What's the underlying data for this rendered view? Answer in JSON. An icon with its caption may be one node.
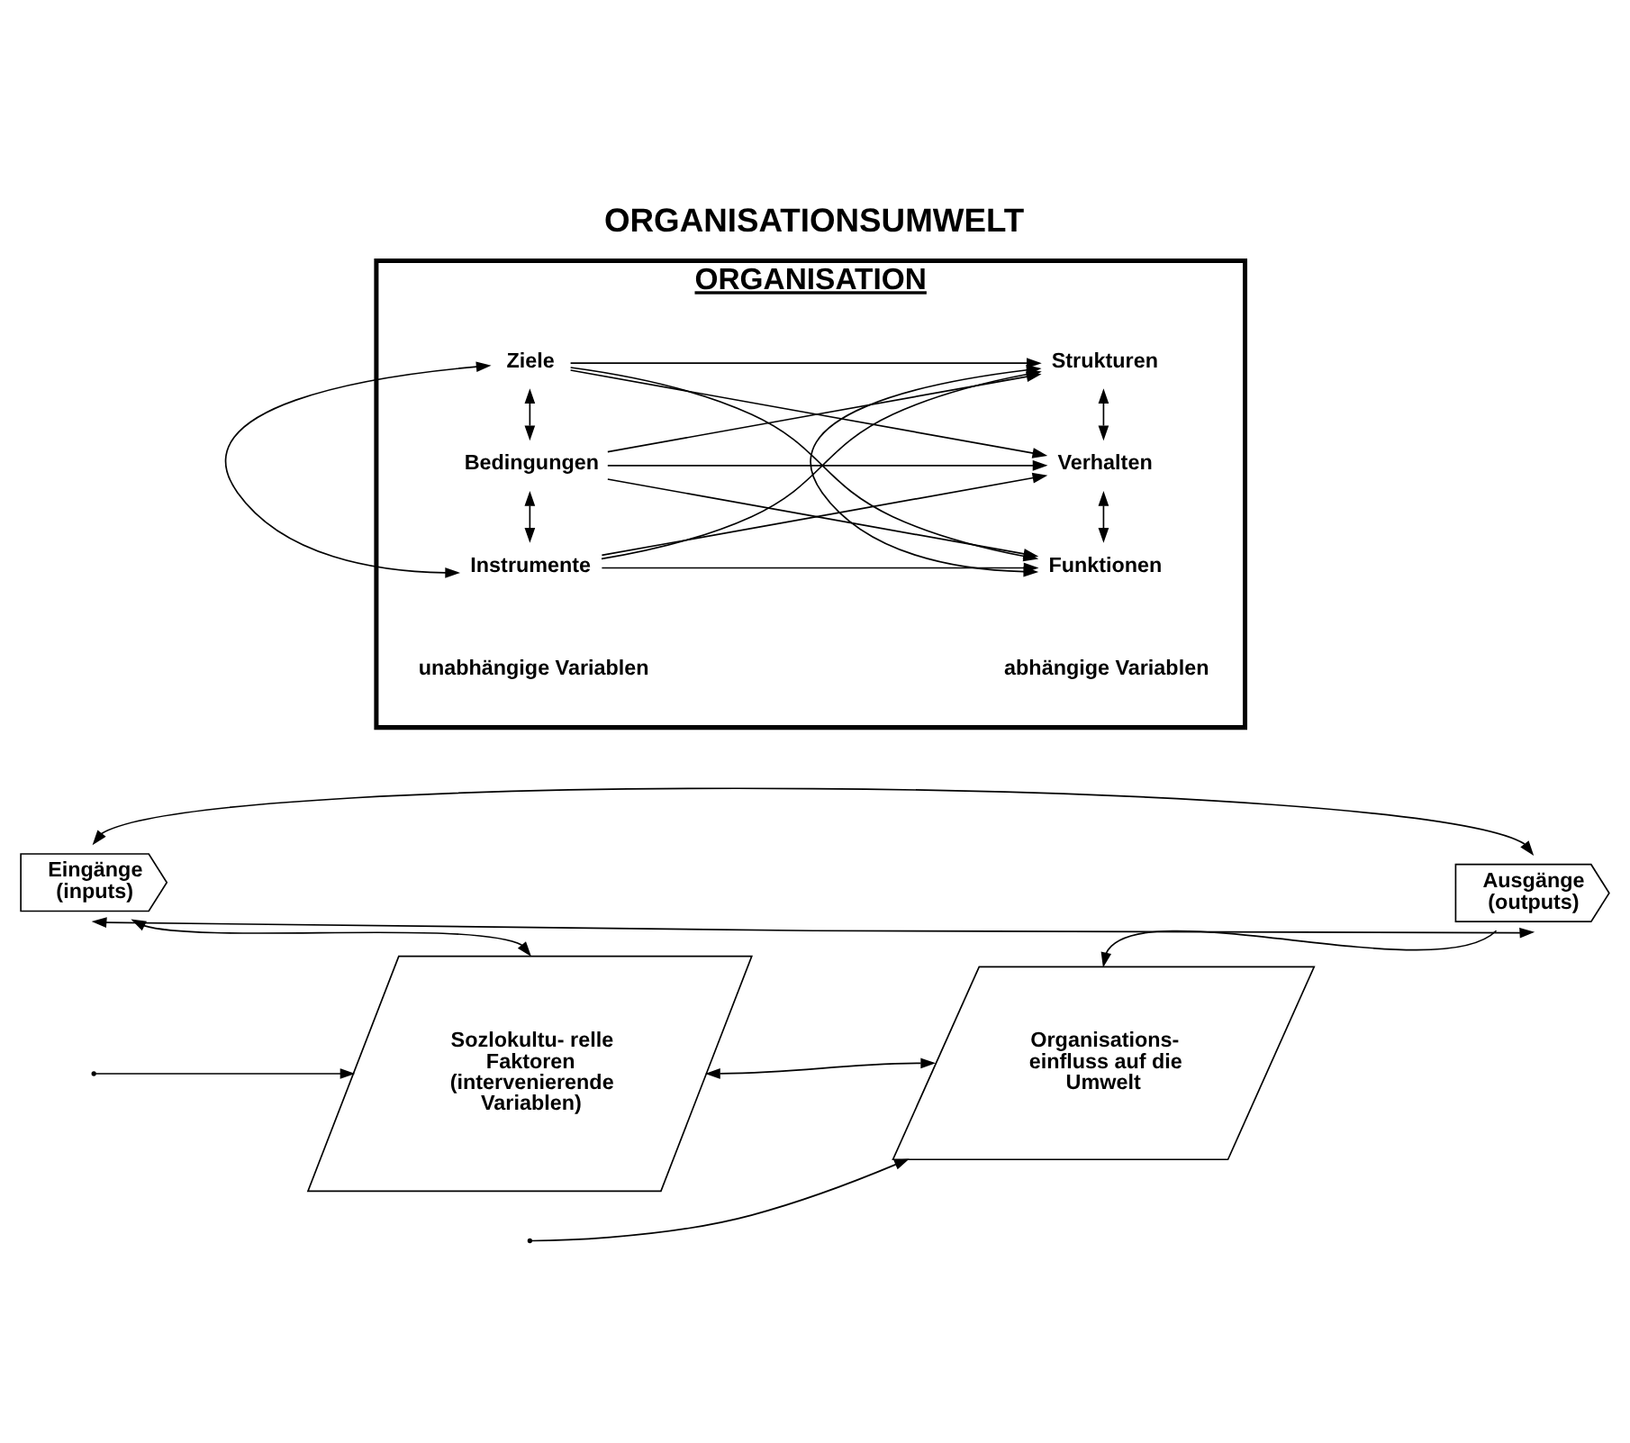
{
  "diagram": {
    "title": "ORGANISATIONSUMWELT",
    "nodes": [
      {
        "text": [
          "ORGANISATION"
        ]
      },
      {
        "text": [
          "Eingänge",
          "(inputs)"
        ]
      },
      {
        "text": [
          "Ziele"
        ],
        "in": 0
      },
      {
        "text": [
          "Instrumente"
        ],
        "in": 0
      },
      {
        "text": [
          "Bedingungen"
        ],
        "in": 0
      },
      {
        "text": [
          "Strukturen"
        ],
        "in": 0
      },
      {
        "text": [
          "Funktionen"
        ],
        "in": 0
      },
      {
        "text": [
          "Verhalten"
        ],
        "in": 0
      },
      {
        "text": [
          "Ausgänge",
          "(outputs)"
        ]
      },
      {
        "text": [
          "Sozlokultu- relle Faktoren (intervenierende Variablen)"
        ]
      },
      {
        "text": [
          "Organisations- einfluss auf die Umwelt"
        ]
      }
    ],
    "edges": [
      {
        "from": 1,
        "to": 8,
        "arrow": "both"
      },
      {
        "from": 2,
        "to": 3,
        "arrow": "both"
      },
      {
        "from": 3,
        "to": 4,
        "arrow": "both"
      },
      {
        "from": 2,
        "to": 4,
        "arrow": "both"
      },
      {
        "from": 5,
        "to": 6,
        "arrow": "both"
      },
      {
        "from": 6,
        "to": 7,
        "arrow": "both"
      },
      {
        "from": 5,
        "to": 7,
        "arrow": "both"
      },
      {
        "from": 2,
        "to": 5,
        "arrow": "to"
      },
      {
        "from": 2,
        "to": 6,
        "arrow": "to"
      },
      {
        "from": 2,
        "to": 7,
        "arrow": "to"
      },
      {
        "from": 3,
        "to": 5,
        "arrow": "to"
      },
      {
        "from": 3,
        "to": 6,
        "arrow": "to"
      },
      {
        "from": 3,
        "to": 7,
        "arrow": "to"
      },
      {
        "from": 4,
        "to": 5,
        "arrow": "to"
      },
      {
        "from": 4,
        "to": 6,
        "arrow": "to"
      },
      {
        "from": 4,
        "to": 7,
        "arrow": "to"
      },
      {
        "from": 1,
        "to": 9,
        "arrow": "both"
      },
      {
        "from": 8,
        "to": 10,
        "arrow": "to"
      },
      {
        "from": 9,
        "to": 10,
        "arrow": "both"
      },
      {
        "from": 1,
        "to": 8,
        "arrow": "both"
      },
      {
        "from": null,
        "to": 9,
        "arrow": "to"
      },
      {
        "from": null,
        "to": 10,
        "arrow": "to"
      }
    ],
    "labels": [
      "unabhängige Variablen",
      "abhängige Variablen"
    ]
  }
}
